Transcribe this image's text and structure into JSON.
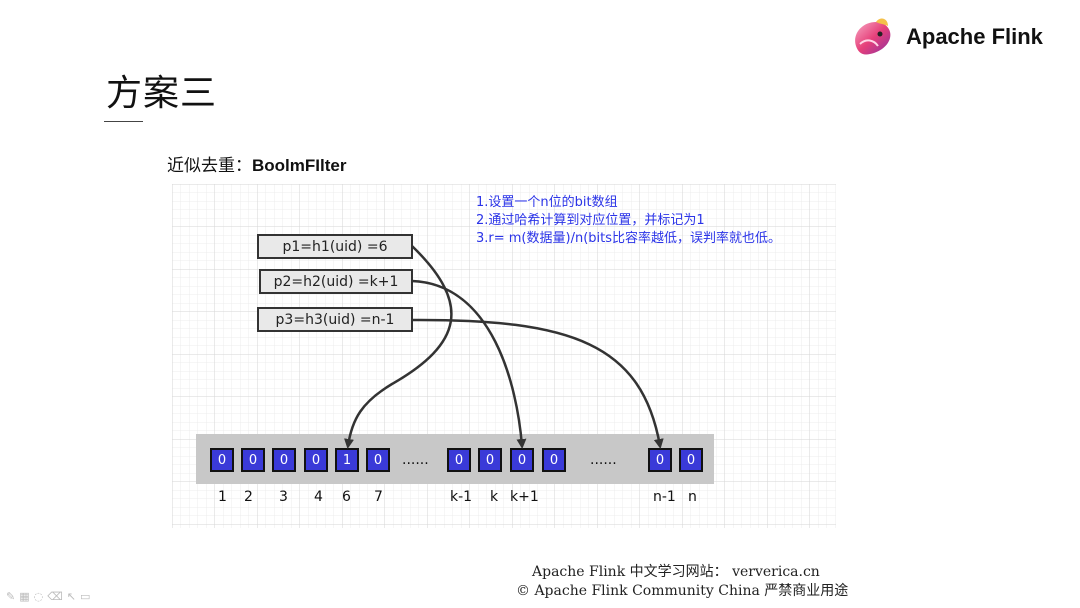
{
  "brand": {
    "name": "Apache Flink",
    "icon": "squirrel-logo-icon"
  },
  "title": "方案三",
  "subtitle": {
    "prefix": "近似去重：",
    "bold": "BoolmFIlter"
  },
  "diagram": {
    "hash_boxes": [
      "p1=h1(uid) =6",
      "p2=h2(uid) =k+1",
      "p3=h3(uid) =n-1"
    ],
    "notes": [
      "1.设置一个n位的bit数组",
      "2.通过哈希计算到对应位置，并标记为1",
      "3.r= m(数据量)/n(bits比容率越低，误判率就也低。"
    ],
    "cells": [
      "0",
      "0",
      "0",
      "0",
      "1",
      "0",
      "0",
      "0",
      "0",
      "0",
      "0",
      "0"
    ],
    "ellipsis": "......",
    "indices": [
      "1",
      "2",
      "3",
      "4",
      "6",
      "7",
      "k-1",
      "k",
      "k+1",
      "n-1",
      "n"
    ],
    "colors": {
      "cell": "#3a3ad8",
      "notes": "#2b34e8",
      "band": "#c8c8c8"
    }
  },
  "footer": {
    "line1": "Apache Flink 中文学习网站： ververica.cn",
    "line2": "© Apache Flink Community China  严禁商业用途"
  }
}
